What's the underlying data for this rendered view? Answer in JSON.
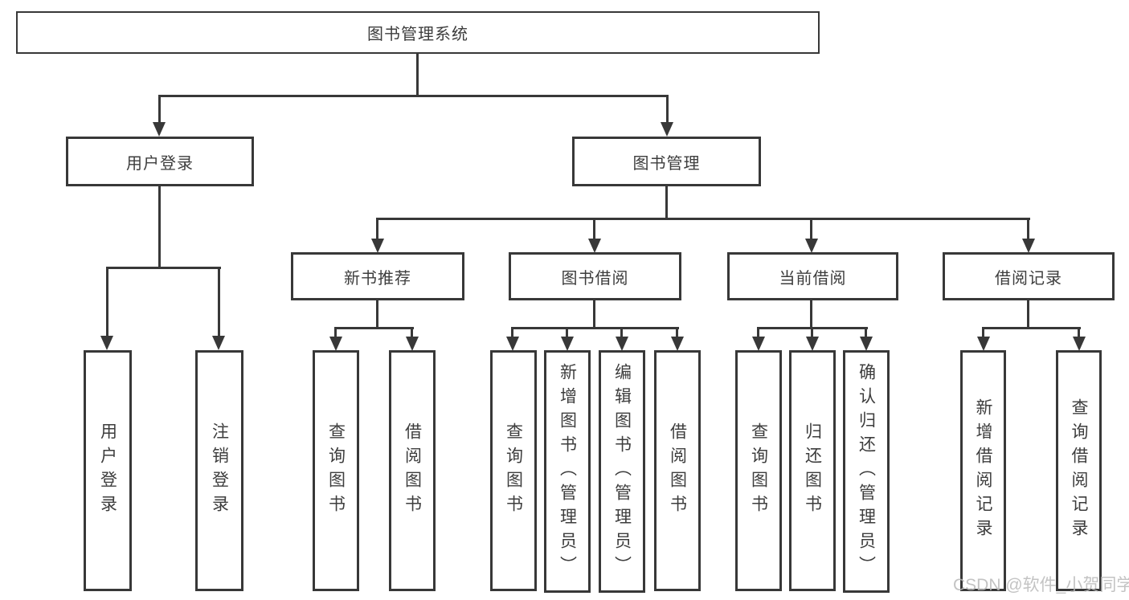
{
  "diagram": {
    "root": {
      "label": "图书管理系统"
    },
    "branches": [
      {
        "label": "用户登录",
        "children": [
          "用户登录",
          "注销登录"
        ]
      },
      {
        "label": "图书管理",
        "children": [
          {
            "label": "新书推荐",
            "children": [
              "查询图书",
              "借阅图书"
            ]
          },
          {
            "label": "图书借阅",
            "children": [
              "查询图书",
              "新增图书（管理员）",
              "编辑图书（管理员）",
              "借阅图书"
            ]
          },
          {
            "label": "当前借阅",
            "children": [
              "查询图书",
              "归还图书",
              "确认归还（管理员）"
            ]
          },
          {
            "label": "借阅记录",
            "children": [
              "新增借阅记录",
              "查询借阅记录"
            ]
          }
        ]
      }
    ]
  },
  "watermark": {
    "text": "CSDN @软件_小贺同学"
  },
  "colors": {
    "line": "#383838",
    "text": "#3d3d3d",
    "background": "#ffffff",
    "watermark": "#b9b9b9"
  }
}
